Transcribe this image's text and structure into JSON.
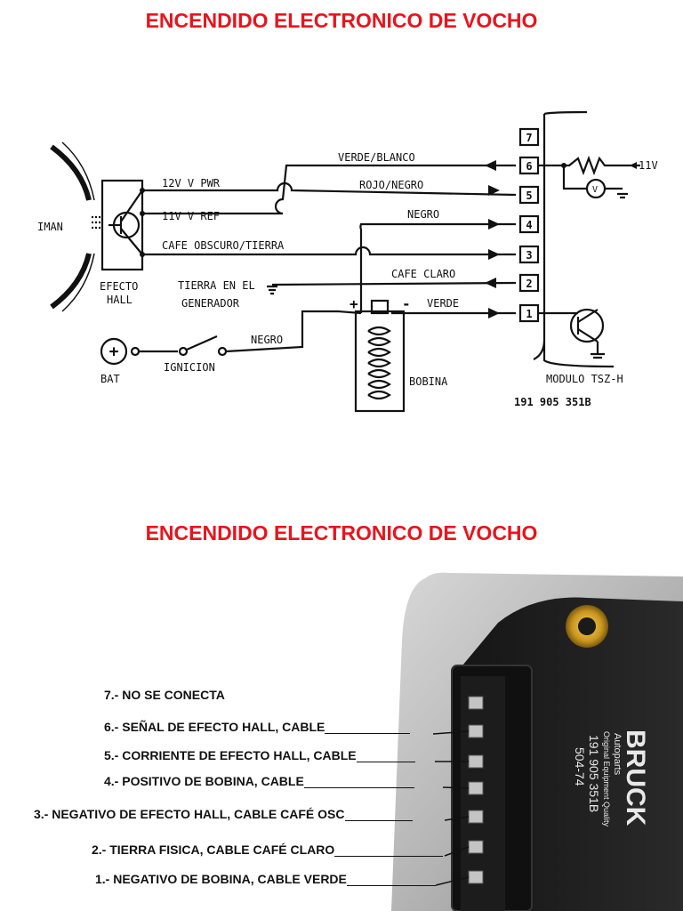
{
  "titles": {
    "top": "ENCENDIDO ELECTRONICO DE VOCHO",
    "bottom": "ENCENDIDO ELECTRONICO DE VOCHO"
  },
  "diagram": {
    "labels": {
      "iman": "IMAN",
      "efecto_hall_1": "EFECTO",
      "efecto_hall_2": "HALL",
      "pwr": "12V V PWR",
      "ref": "11V V REF",
      "cafe_obscuro": "CAFE OBSCURO/TIERRA",
      "tierra_1": "TIERRA EN EL",
      "tierra_2": "GENERADOR",
      "bat": "BAT",
      "ignicion": "IGNICION",
      "negro_ign": "NEGRO",
      "bobina": "BOBINA",
      "plus": "+",
      "minus": "-",
      "verde_blanco": "VERDE/BLANCO",
      "rojo_negro": "ROJO/NEGRO",
      "negro": "NEGRO",
      "cafe_claro": "CAFE CLARO",
      "verde": "VERDE",
      "v11": "11V",
      "volt": "V",
      "modulo": "MODULO TSZ-H",
      "part_number": "191 905 351B"
    },
    "pins": [
      "7",
      "6",
      "5",
      "4",
      "3",
      "2",
      "1"
    ]
  },
  "legend": [
    "7.- NO SE CONECTA",
    "6.- SEÑAL DE EFECTO HALL, CABLE",
    "5.- CORRIENTE DE EFECTO HALL, CABLE",
    "4.- POSITIVO DE BOBINA, CABLE",
    "3.- NEGATIVO DE EFECTO HALL, CABLE  CAFÉ OSC",
    "2.- TIERRA FISICA, CABLE  CAFÉ CLARO",
    "1.- NEGATIVO DE BOBINA, CABLE VERDE"
  ],
  "photo": {
    "brand": "BRUCK",
    "sub1": "Autoparts",
    "sub2": "Original Equipment Quality",
    "number1": "191 905 351B",
    "number2": "504-74"
  }
}
